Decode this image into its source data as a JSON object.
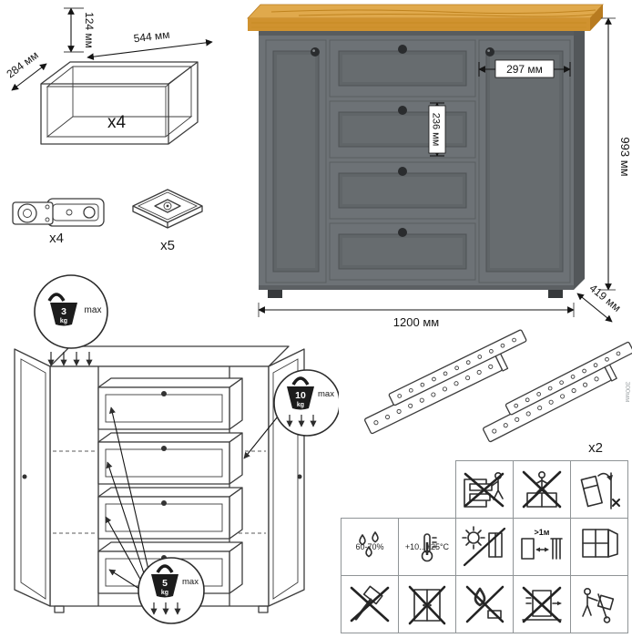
{
  "parts": {
    "drawer_box": {
      "count": "x4",
      "height": "124 мм",
      "width": "544 мм",
      "depth": "284 мм"
    },
    "hinge": {
      "count": "x4"
    },
    "leg": {
      "count": "x5"
    },
    "slides": {
      "count": "x2",
      "note": "300мм"
    }
  },
  "dimensions": {
    "door_width": "297 мм",
    "drawer_height": "236 мм",
    "height": "993 мм",
    "width": "1200 мм",
    "depth": "419 мм"
  },
  "load": {
    "top": {
      "value": "3",
      "unit": "kg",
      "max": "max"
    },
    "door": {
      "value": "10",
      "unit": "kg",
      "max": "max"
    },
    "drawer": {
      "value": "5",
      "unit": "kg",
      "max": "max"
    }
  },
  "care": {
    "row1": [
      {
        "name": "no-sitting-on-open-drawers"
      },
      {
        "name": "no-climbing-on-top"
      },
      {
        "name": "anti-tip-warning"
      }
    ],
    "row2": [
      {
        "name": "humidity-range",
        "label": "60-70%"
      },
      {
        "name": "temperature-range",
        "label": "+10...+25°C"
      },
      {
        "name": "avoid-direct-sunlight",
        "label": ""
      },
      {
        "name": "distance-from-heat",
        "label": ">1м"
      },
      {
        "name": "dry-ventilated-room",
        "label": ""
      }
    ],
    "row3": [
      {
        "name": "no-hammering"
      },
      {
        "name": "no-disassembly"
      },
      {
        "name": "no-wet-cleaning"
      },
      {
        "name": "no-dragging"
      },
      {
        "name": "transport-upright"
      }
    ]
  },
  "colors": {
    "wood_top": "#e0a94c",
    "wood_front": "#d0922f",
    "wood_dark": "#b87b20",
    "body_gray": "#6d7276",
    "body_side": "#53575a",
    "panel_recess": "#606568",
    "knob": "#2a2c2e",
    "grid_border": "#8f9496"
  }
}
